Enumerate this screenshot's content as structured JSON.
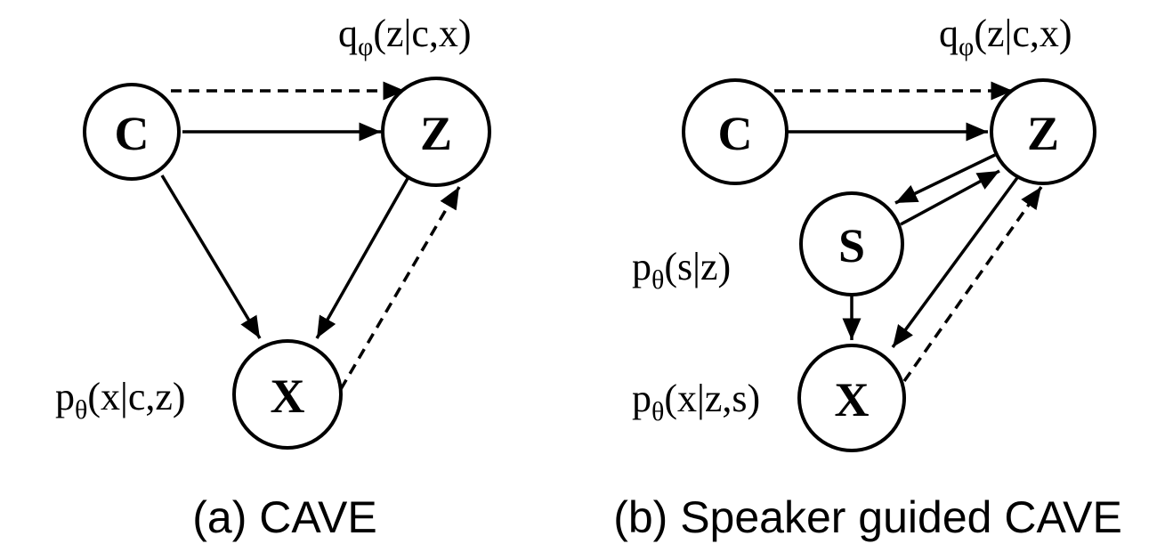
{
  "diagrams": [
    {
      "id": "a",
      "caption": "(a) CAVE",
      "nodes": [
        {
          "key": "c",
          "label": "C"
        },
        {
          "key": "z",
          "label": "Z"
        },
        {
          "key": "x",
          "label": "X"
        }
      ],
      "labels": {
        "q": {
          "main": "q",
          "sub": "φ",
          "rest": "(z|c,x)"
        },
        "px": {
          "main": "p",
          "sub": "θ",
          "rest": "(x|c,z)"
        }
      },
      "edges": [
        {
          "from": "c",
          "to": "z",
          "style": "solid"
        },
        {
          "from": "c",
          "to": "z",
          "style": "dashed"
        },
        {
          "from": "c",
          "to": "x",
          "style": "solid"
        },
        {
          "from": "z",
          "to": "x",
          "style": "solid"
        },
        {
          "from": "x",
          "to": "z",
          "style": "dashed"
        }
      ]
    },
    {
      "id": "b",
      "caption": "(b) Speaker guided CAVE",
      "nodes": [
        {
          "key": "c",
          "label": "C"
        },
        {
          "key": "z",
          "label": "Z"
        },
        {
          "key": "s",
          "label": "S"
        },
        {
          "key": "x",
          "label": "X"
        }
      ],
      "labels": {
        "q": {
          "main": "q",
          "sub": "φ",
          "rest": "(z|c,x)"
        },
        "ps": {
          "main": "p",
          "sub": "θ",
          "rest": "(s|z)"
        },
        "px": {
          "main": "p",
          "sub": "θ",
          "rest": "(x|z,s)"
        }
      },
      "edges": [
        {
          "from": "c",
          "to": "z",
          "style": "solid"
        },
        {
          "from": "c",
          "to": "z",
          "style": "dashed"
        },
        {
          "from": "z",
          "to": "s",
          "style": "solid"
        },
        {
          "from": "s",
          "to": "z",
          "style": "solid"
        },
        {
          "from": "s",
          "to": "x",
          "style": "solid"
        },
        {
          "from": "z",
          "to": "x",
          "style": "solid"
        },
        {
          "from": "x",
          "to": "z",
          "style": "dashed"
        }
      ]
    }
  ]
}
